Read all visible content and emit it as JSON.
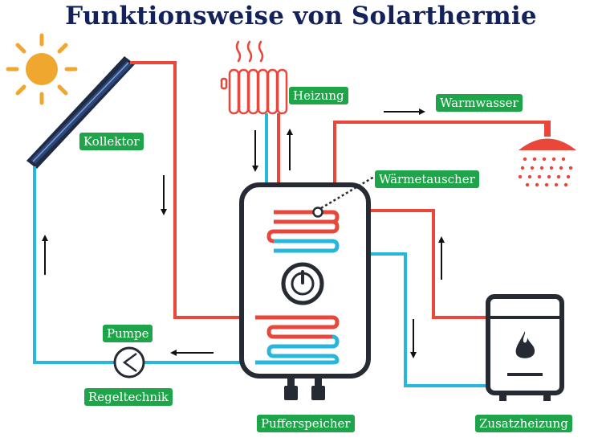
{
  "title": "Funktionsweise von Solarthermie",
  "labels": {
    "kollektor": "Kollektor",
    "heizung": "Heizung",
    "warmwasser": "Warmwasser",
    "waermetauscher": "Wärmetauscher",
    "pumpe": "Pumpe",
    "regeltechnik": "Regeltechnik",
    "pufferspeicher": "Pufferspeicher",
    "zusatzheizung": "Zusatzheizung"
  },
  "colors": {
    "hot": "#e8473a",
    "cold": "#27b6dc",
    "dark": "#262b33",
    "sun": "#f0a72f",
    "label_bg": "#1ea54a",
    "title": "#14225a"
  }
}
